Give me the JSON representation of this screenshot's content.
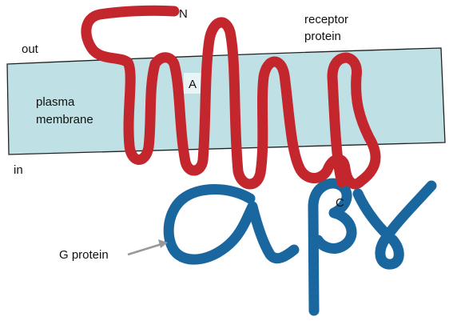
{
  "labels": {
    "n_terminus": "N",
    "receptor_line1": "receptor",
    "receptor_line2": "protein",
    "out": "out",
    "membrane_line1": "plasma",
    "membrane_line2": "membrane",
    "in": "in",
    "a": "A",
    "c_terminus": "C",
    "g_protein": "G protein"
  },
  "colors": {
    "membrane_fill": "#bfe0e4",
    "membrane_stroke": "#222222",
    "receptor": "#c4262e",
    "g_protein": "#1a67a0",
    "arrow": "#999999",
    "a_highlight": "#e8f4f5"
  }
}
